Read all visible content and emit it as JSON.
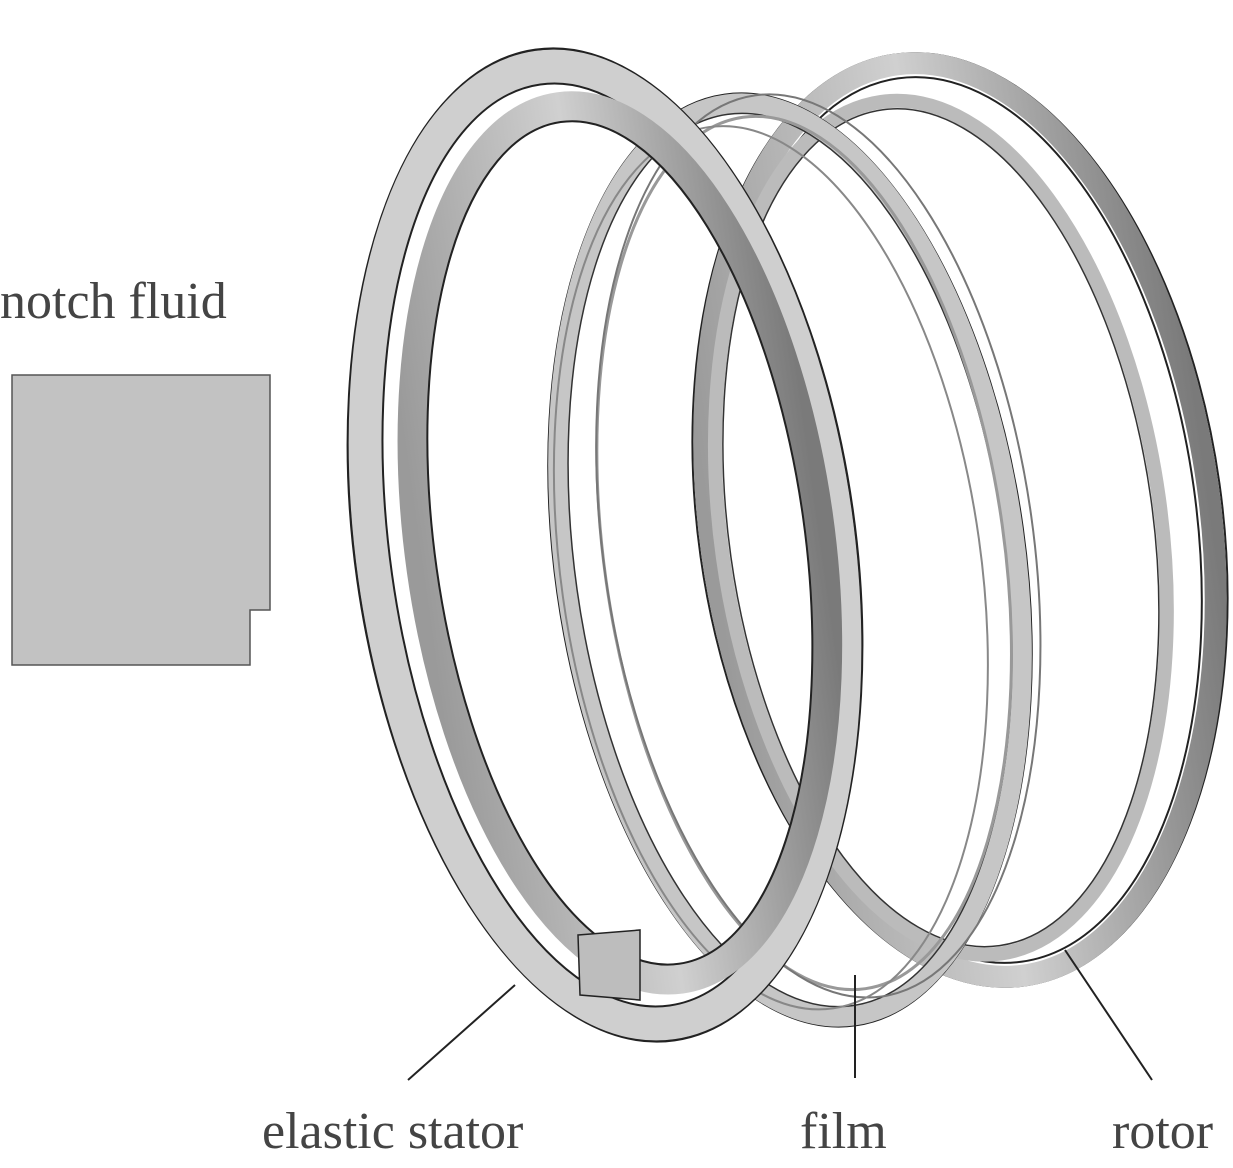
{
  "labels": {
    "notch_fluid": "notch fluid",
    "elastic_stator": "elastic stator",
    "film": "film",
    "rotor": "rotor"
  },
  "colors": {
    "part_fill": "#c8c8c8",
    "part_dark": "#8a8a8a",
    "outline": "#222222",
    "text": "#444444"
  }
}
